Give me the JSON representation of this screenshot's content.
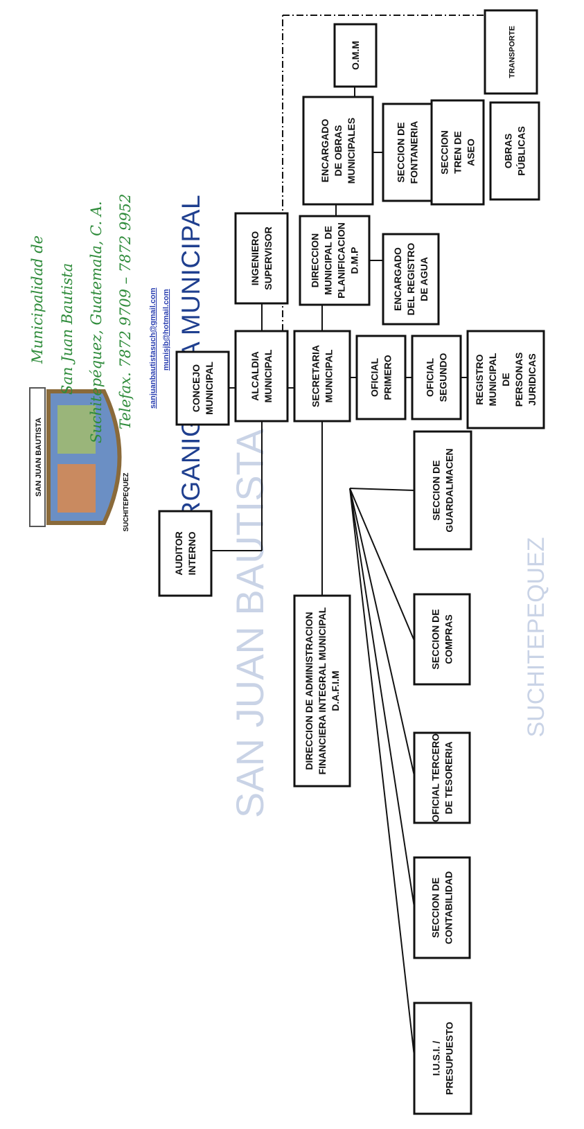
{
  "header": {
    "crest_top": "SAN JUAN BAUTISTA",
    "crest_bottom": "SUCHITEPEQUEZ",
    "line1": "Municipalidad de",
    "line2": "San Juan Bautista",
    "line3": "Suchitepéquez, Guatemala, C. A.",
    "phone": "Telefax. 7872 9709 – 7872 9952",
    "email1": "sanjuanbautistasuch@gmail.com",
    "email2": "munisjb@hotmail.com",
    "title": "ORGANIGRAMA MUNICIPAL"
  },
  "watermark": {
    "text1": "SAN JUAN BAUTISTA",
    "text2": "SUCHITEPEQUEZ"
  },
  "units": {
    "concejo": [
      "CONCEJO",
      "MUNICIPAL"
    ],
    "alcaldia": [
      "ALCALDIA",
      "MUNICIPAL"
    ],
    "ingeniero": [
      "INGENIERO",
      "SUPERVISOR"
    ],
    "auditor": [
      "AUDITOR",
      "INTERNO"
    ],
    "secretaria": [
      "SECRETARIA",
      "MUNICIPAL"
    ],
    "dmp": [
      "DIRECCION",
      "MUNICIPAL DE",
      "PLANIFICACION",
      "D.M.P"
    ],
    "obras_municipales": [
      "ENCARGADO",
      "DE OBRAS",
      "MUNICIPALES"
    ],
    "omm": [
      "O.M.M"
    ],
    "transporte": [
      "TRANSPORTE"
    ],
    "registro_agua": [
      "ENCARGADO",
      "DEL REGISTRO",
      "DE AGUA"
    ],
    "fontaneria": [
      "SECCION DE",
      "FONTANERIA"
    ],
    "tren_aseo": [
      "SECCION",
      "TREN DE",
      "ASEO"
    ],
    "obras_publicas": [
      "OBRAS",
      "PÚBLICAS"
    ],
    "oficial_primero": [
      "OFICIAL",
      "PRIMERO"
    ],
    "oficial_segundo": [
      "OFICIAL",
      "SEGUNDO"
    ],
    "registro_juridicas": [
      "REGISTRO",
      "MUNICIPAL",
      "DE",
      "PERSONAS",
      "JURIDICAS"
    ],
    "dafim": [
      "DIRECCION DE ADMINISTRACION",
      "FINANCIERA INTEGRAL  MUNICIPAL",
      "D.A.F.I.M"
    ],
    "guardalmacen": [
      "SECCION DE",
      "GUARDALMACEN"
    ],
    "compras": [
      "SECCION DE",
      "COMPRAS"
    ],
    "tesoreria": [
      "OFICIAL TERCERO",
      "DE TESORERIA"
    ],
    "contabilidad": [
      "SECCION DE",
      "CONTABILIDAD"
    ],
    "iusi": [
      "I.U.S.I. /",
      "PRESUPUESTO"
    ]
  },
  "colors": {
    "script_green": "#2e8b3a",
    "title_blue": "#1f3f8f",
    "link_blue": "#2a3fb0"
  }
}
